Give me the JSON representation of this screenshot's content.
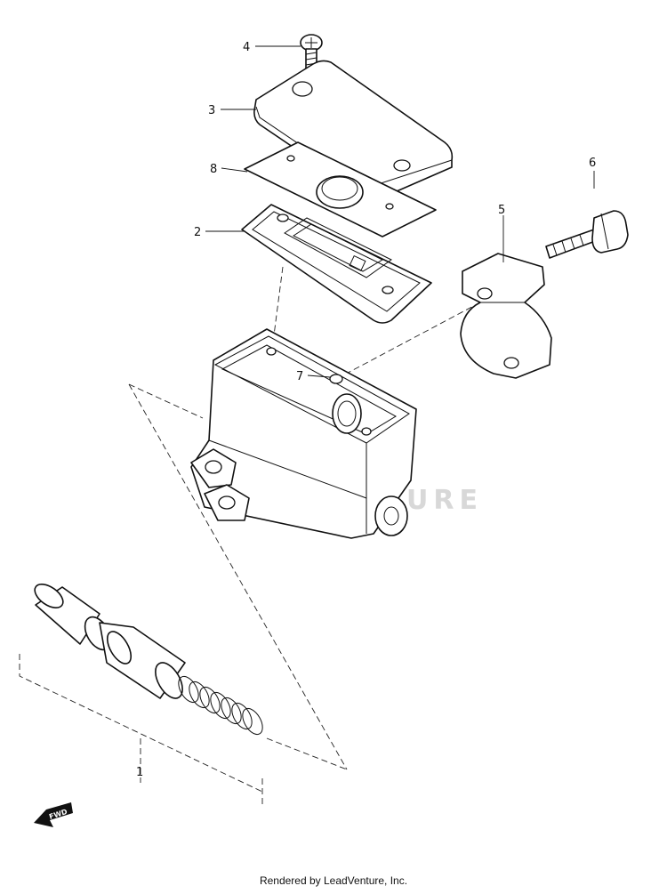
{
  "diagram": {
    "callouts": [
      "1",
      "2",
      "3",
      "4",
      "5",
      "6",
      "7",
      "8"
    ],
    "direction_marker": "FWD",
    "watermark": "LEADVENTURE"
  },
  "footer": {
    "credit": "Rendered by LeadVenture, Inc."
  },
  "colors": {
    "ink": "#111111",
    "watermark": "#d8d8d8",
    "background": "#ffffff"
  }
}
